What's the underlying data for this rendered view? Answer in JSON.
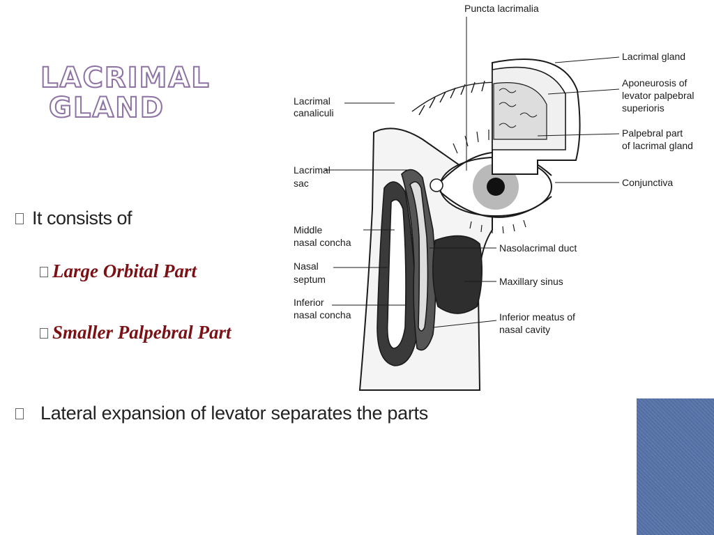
{
  "slide": {
    "title_line1": "LACRIMAL",
    "title_line2": "GLAND",
    "bullet1": "It consists of",
    "sub_bullets": [
      "Large Orbital Part",
      "Smaller Palpebral Part"
    ],
    "bullet2": "Lateral expansion of levator separates the parts"
  },
  "diagram": {
    "labels": {
      "puncta": "Puncta lacrimalia",
      "canaliculi_1": "Lacrimal",
      "canaliculi_2": "canaliculi",
      "sac_1": "Lacrimal",
      "sac_2": "sac",
      "middle_1": "Middle",
      "middle_2": "nasal concha",
      "septum_1": "Nasal",
      "septum_2": "septum",
      "inferior_1": "Inferior",
      "inferior_2": "nasal concha",
      "gland": "Lacrimal gland",
      "apo_1": "Aponeurosis of",
      "apo_2": "levator palpebral",
      "apo_3": "superioris",
      "palp_1": "Palpebral part",
      "palp_2": "of lacrimal gland",
      "conjunctiva": "Conjunctiva",
      "duct": "Nasolacrimal duct",
      "maxillary": "Maxillary sinus",
      "meatus_1": "Inferior meatus of",
      "meatus_2": "nasal cavity"
    }
  },
  "colors": {
    "title_outline": "#8d72a3",
    "sub_text": "#7b1115",
    "corner": "#5572a8"
  }
}
